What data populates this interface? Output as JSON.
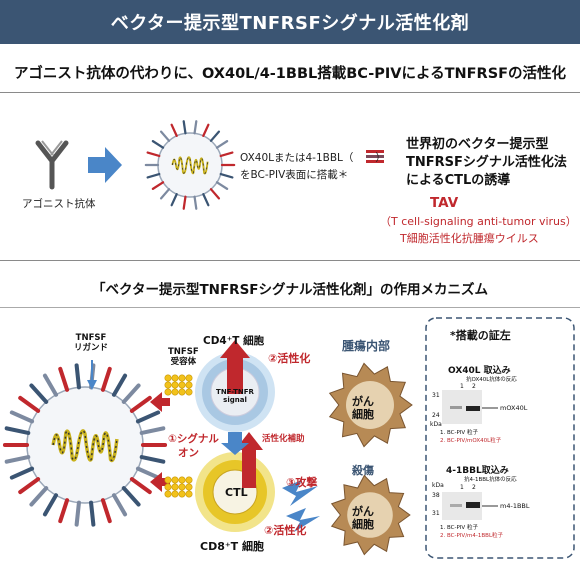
{
  "header": {
    "title": "ベクター提示型TNFRSFシグナル活性化剤"
  },
  "subtitle": "アゴニスト抗体の代わりに、OX40L/4-1BBL搭載BC-PIVによるTNFRSFの活性化",
  "top": {
    "antibody_label": "アゴニスト抗体",
    "loading_note_line1": "OX40Lまたは4-1BBL（",
    "loading_note_paren_close": "）",
    "loading_note_line2": "をBC-PIV表面に搭載＊",
    "claim_lines": [
      "世界初のベクター提示型",
      "TNFRSFシグナル活性化法",
      "によるCTLの誘導"
    ],
    "tav_title": "TAV",
    "tav_full": "（T cell-signaling anti-tumor virus）",
    "tav_japanese": "T細胞活性化抗腫瘍ウイルス"
  },
  "mechanism": {
    "title": "「ベクター提示型TNFRSFシグナル活性化剤」の作用メカニズム",
    "tnfsf_ligand": [
      "TNFSF",
      "リガンド"
    ],
    "tnfsf_receptor": [
      "TNFSF",
      "受容体"
    ],
    "cd4_label": "CD4⁺T 細胞",
    "cd8_label": "CD8⁺T 細胞",
    "tnf_signal": [
      "TNF-TNFR",
      "signal"
    ],
    "ctl": "CTL",
    "step1": [
      "①シグナル",
      "オン"
    ],
    "step2_top": "②活性化",
    "step2_bottom": "②活性化",
    "step3": "③攻撃",
    "support": "活性化補助",
    "tumor_inside": "腫瘍内部",
    "killing": "殺傷",
    "cancer_cell": [
      "がん",
      "細胞"
    ]
  },
  "evidence": {
    "title": "*搭載の証左",
    "panel1": {
      "title": "OX40L 取込み",
      "subtitle": "抗OX40L抗体の反応",
      "lanes": [
        "1",
        "2"
      ],
      "markers": [
        "31",
        "24"
      ],
      "unit": "kDa",
      "band_label": "mOX40L",
      "legend": [
        "1. BC-PIV 粒子",
        "2. BC-PIV/mOX40L粒子"
      ]
    },
    "panel2": {
      "title": "4-1BBL取込み",
      "subtitle": "抗4-1BBL抗体の反応",
      "unit": "kDa",
      "lanes": [
        "1",
        "2"
      ],
      "markers": [
        "38",
        "31"
      ],
      "band_label": "m4-1BBL",
      "legend": [
        "1. BC-PIV 粒子",
        "2. BC-PIV/m4-1BBL粒子"
      ]
    }
  },
  "colors": {
    "banner": "#3b5573",
    "accent_red": "#c0282d",
    "arrow_blue": "#4a86c8"
  }
}
